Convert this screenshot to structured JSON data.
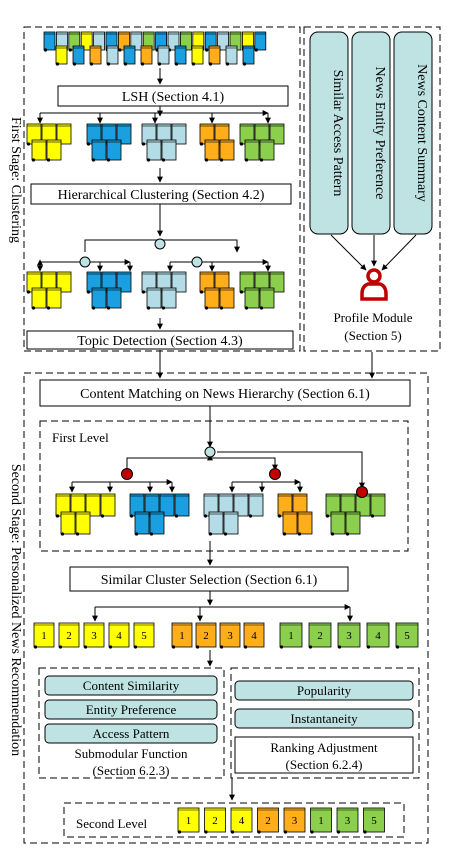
{
  "side_labels": {
    "first_stage": "First Stage: Clustering",
    "second_stage": "Second Stage: Personalized News Recommendation"
  },
  "boxes": {
    "lsh": "LSH (Section 4.1)",
    "hierarchical": "Hierarchical Clustering (Section 4.2)",
    "topic": "Topic Detection (Section 4.3)",
    "content_matching": "Content Matching on News Hierarchy (Section 6.1)",
    "first_level": "First Level",
    "similar_cluster": "Similar Cluster Selection (Section 6.1)",
    "second_level": "Second Level"
  },
  "profile": {
    "items": [
      "Similar Access Pattern",
      "News Entity Preference",
      "News Content Summary"
    ],
    "title": "Profile Module",
    "section": "(Section 5)"
  },
  "submodular": {
    "items": [
      "Content Similarity",
      "Entity Preference",
      "Access Pattern"
    ],
    "title": "Submodular Function",
    "section": "(Section 6.2.3)"
  },
  "ranking": {
    "items": [
      "Popularity",
      "Instantaneity"
    ],
    "title": "Ranking Adjustment",
    "section": "(Section 6.2.4)"
  },
  "numbered_rows": {
    "yellow": [
      "1",
      "2",
      "3",
      "4",
      "5"
    ],
    "orange": [
      "1",
      "2",
      "3",
      "4"
    ],
    "green": [
      "1",
      "2",
      "3",
      "4",
      "5"
    ]
  },
  "second_level_docs": [
    {
      "label": "1",
      "color": "yellow"
    },
    {
      "label": "2",
      "color": "yellow"
    },
    {
      "label": "4",
      "color": "yellow"
    },
    {
      "label": "2",
      "color": "orange"
    },
    {
      "label": "3",
      "color": "orange"
    },
    {
      "label": "1",
      "color": "green"
    },
    {
      "label": "3",
      "color": "green"
    },
    {
      "label": "5",
      "color": "green"
    }
  ],
  "colors": {
    "yellow": "#ffff00",
    "blue": "#1a9fe0",
    "lightblue": "#b4dce6",
    "orange": "#ffae1a",
    "green": "#8ccf4d",
    "panel_teal": "#bfe3e3",
    "node_red": "#c00000"
  }
}
